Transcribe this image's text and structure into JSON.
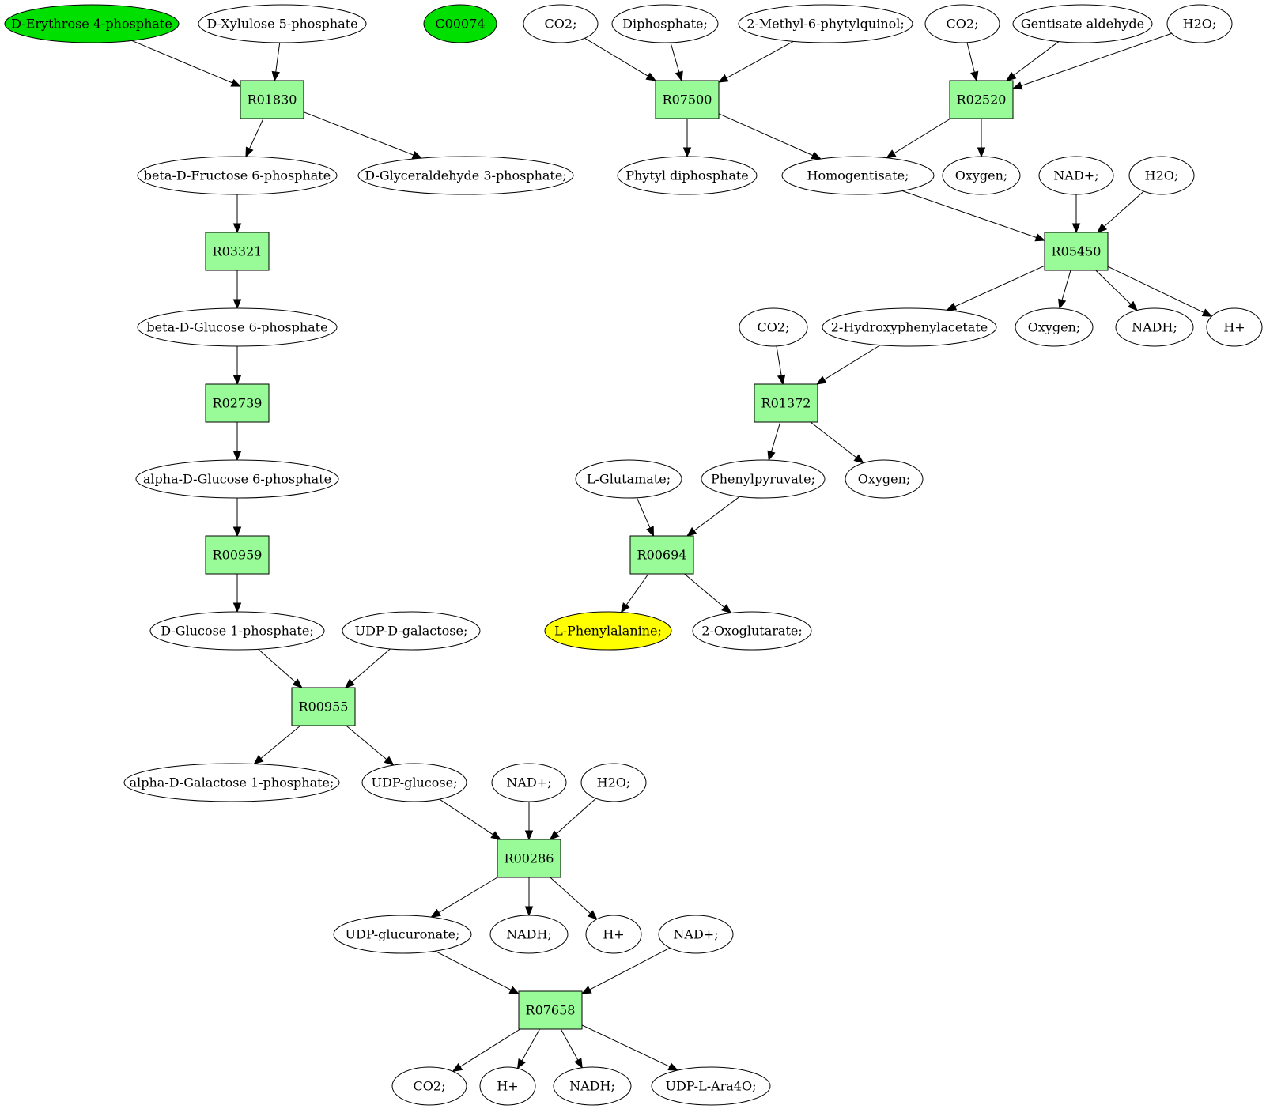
{
  "colors": {
    "reaction_fill": "#98fb98",
    "source_compound": "#00e000",
    "target_compound": "#ffff00",
    "default_compound": "#ffffff"
  },
  "compounds": [
    {
      "id": "c_e4p",
      "label": "D-Erythrose 4-phosphate",
      "highlight": "source"
    },
    {
      "id": "c_xu5p",
      "label": "D-Xylulose 5-phosphate"
    },
    {
      "id": "c_c00074",
      "label": "C00074",
      "highlight": "source"
    },
    {
      "id": "c_co2_a",
      "label": "CO2;"
    },
    {
      "id": "c_diphos",
      "label": "Diphosphate;"
    },
    {
      "id": "c_mpq",
      "label": "2-Methyl-6-phytylquinol;"
    },
    {
      "id": "c_co2_b",
      "label": "CO2;"
    },
    {
      "id": "c_gent",
      "label": "Gentisate aldehyde"
    },
    {
      "id": "c_h2o_a",
      "label": "H2O;"
    },
    {
      "id": "c_bf6p",
      "label": "beta-D-Fructose 6-phosphate"
    },
    {
      "id": "c_g3p",
      "label": "D-Glyceraldehyde 3-phosphate;"
    },
    {
      "id": "c_phytyl",
      "label": "Phytyl diphosphate"
    },
    {
      "id": "c_homog",
      "label": "Homogentisate;"
    },
    {
      "id": "c_oxy_a",
      "label": "Oxygen;"
    },
    {
      "id": "c_nad_a",
      "label": "NAD+;"
    },
    {
      "id": "c_h2o_b",
      "label": "H2O;"
    },
    {
      "id": "c_bg6p",
      "label": "beta-D-Glucose 6-phosphate"
    },
    {
      "id": "c_co2_c",
      "label": "CO2;"
    },
    {
      "id": "c_2hpa",
      "label": "2-Hydroxyphenylacetate"
    },
    {
      "id": "c_oxy_b",
      "label": "Oxygen;"
    },
    {
      "id": "c_nadh_a",
      "label": "NADH;"
    },
    {
      "id": "c_h_a",
      "label": "H+"
    },
    {
      "id": "c_ag6p",
      "label": "alpha-D-Glucose 6-phosphate"
    },
    {
      "id": "c_glu",
      "label": "L-Glutamate;"
    },
    {
      "id": "c_phpyr",
      "label": "Phenylpyruvate;"
    },
    {
      "id": "c_oxy_c",
      "label": "Oxygen;"
    },
    {
      "id": "c_g1p",
      "label": "D-Glucose 1-phosphate;"
    },
    {
      "id": "c_udpgal",
      "label": "UDP-D-galactose;"
    },
    {
      "id": "c_phe",
      "label": "L-Phenylalanine;",
      "highlight": "target"
    },
    {
      "id": "c_2og",
      "label": "2-Oxoglutarate;"
    },
    {
      "id": "c_agal1p",
      "label": "alpha-D-Galactose 1-phosphate;"
    },
    {
      "id": "c_udpglc",
      "label": "UDP-glucose;"
    },
    {
      "id": "c_nad_b",
      "label": "NAD+;"
    },
    {
      "id": "c_h2o_c",
      "label": "H2O;"
    },
    {
      "id": "c_udpglcA",
      "label": "UDP-glucuronate;"
    },
    {
      "id": "c_nadh_b",
      "label": "NADH;"
    },
    {
      "id": "c_h_b",
      "label": "H+"
    },
    {
      "id": "c_nad_c",
      "label": "NAD+;"
    },
    {
      "id": "c_co2_d",
      "label": "CO2;"
    },
    {
      "id": "c_h_c",
      "label": "H+"
    },
    {
      "id": "c_nadh_c",
      "label": "NADH;"
    },
    {
      "id": "c_udpara",
      "label": "UDP-L-Ara4O;"
    }
  ],
  "reactions": [
    {
      "id": "r_R01830",
      "label": "R01830"
    },
    {
      "id": "r_R07500",
      "label": "R07500"
    },
    {
      "id": "r_R02520",
      "label": "R02520"
    },
    {
      "id": "r_R03321",
      "label": "R03321"
    },
    {
      "id": "r_R05450",
      "label": "R05450"
    },
    {
      "id": "r_R02739",
      "label": "R02739"
    },
    {
      "id": "r_R01372",
      "label": "R01372"
    },
    {
      "id": "r_R00959",
      "label": "R00959"
    },
    {
      "id": "r_R00694",
      "label": "R00694"
    },
    {
      "id": "r_R00955",
      "label": "R00955"
    },
    {
      "id": "r_R00286",
      "label": "R00286"
    },
    {
      "id": "r_R07658",
      "label": "R07658"
    }
  ],
  "edges": [
    [
      "c_e4p",
      "r_R01830"
    ],
    [
      "c_xu5p",
      "r_R01830"
    ],
    [
      "r_R01830",
      "c_bf6p"
    ],
    [
      "r_R01830",
      "c_g3p"
    ],
    [
      "c_co2_a",
      "r_R07500"
    ],
    [
      "c_diphos",
      "r_R07500"
    ],
    [
      "c_mpq",
      "r_R07500"
    ],
    [
      "r_R07500",
      "c_phytyl"
    ],
    [
      "r_R07500",
      "c_homog"
    ],
    [
      "c_co2_b",
      "r_R02520"
    ],
    [
      "c_gent",
      "r_R02520"
    ],
    [
      "c_h2o_a",
      "r_R02520"
    ],
    [
      "r_R02520",
      "c_homog"
    ],
    [
      "r_R02520",
      "c_oxy_a"
    ],
    [
      "c_bf6p",
      "r_R03321"
    ],
    [
      "r_R03321",
      "c_bg6p"
    ],
    [
      "c_homog",
      "r_R05450"
    ],
    [
      "c_nad_a",
      "r_R05450"
    ],
    [
      "c_h2o_b",
      "r_R05450"
    ],
    [
      "r_R05450",
      "c_2hpa"
    ],
    [
      "r_R05450",
      "c_oxy_b"
    ],
    [
      "r_R05450",
      "c_nadh_a"
    ],
    [
      "r_R05450",
      "c_h_a"
    ],
    [
      "c_bg6p",
      "r_R02739"
    ],
    [
      "r_R02739",
      "c_ag6p"
    ],
    [
      "c_co2_c",
      "r_R01372"
    ],
    [
      "c_2hpa",
      "r_R01372"
    ],
    [
      "r_R01372",
      "c_phpyr"
    ],
    [
      "r_R01372",
      "c_oxy_c"
    ],
    [
      "c_ag6p",
      "r_R00959"
    ],
    [
      "r_R00959",
      "c_g1p"
    ],
    [
      "c_glu",
      "r_R00694"
    ],
    [
      "c_phpyr",
      "r_R00694"
    ],
    [
      "r_R00694",
      "c_phe"
    ],
    [
      "r_R00694",
      "c_2og"
    ],
    [
      "c_g1p",
      "r_R00955"
    ],
    [
      "c_udpgal",
      "r_R00955"
    ],
    [
      "r_R00955",
      "c_agal1p"
    ],
    [
      "r_R00955",
      "c_udpglc"
    ],
    [
      "c_udpglc",
      "r_R00286"
    ],
    [
      "c_nad_b",
      "r_R00286"
    ],
    [
      "c_h2o_c",
      "r_R00286"
    ],
    [
      "r_R00286",
      "c_udpglcA"
    ],
    [
      "r_R00286",
      "c_nadh_b"
    ],
    [
      "r_R00286",
      "c_h_b"
    ],
    [
      "c_udpglcA",
      "r_R07658"
    ],
    [
      "c_nad_c",
      "r_R07658"
    ],
    [
      "r_R07658",
      "c_co2_d"
    ],
    [
      "r_R07658",
      "c_h_c"
    ],
    [
      "r_R07658",
      "c_nadh_c"
    ],
    [
      "r_R07658",
      "c_udpara"
    ]
  ]
}
